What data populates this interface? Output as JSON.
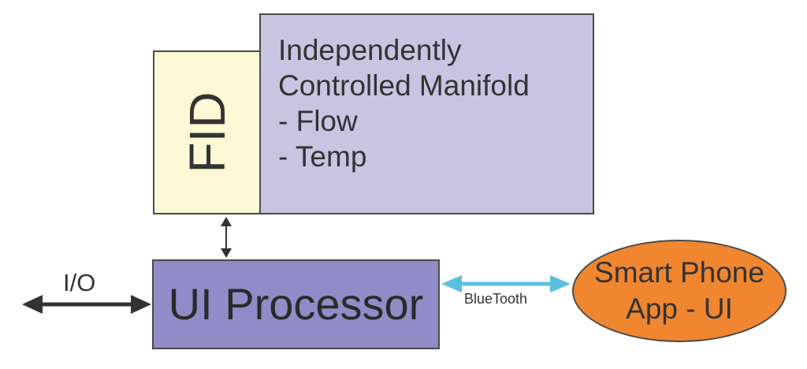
{
  "manifold": {
    "lines": [
      "Independently",
      "Controlled Manifold",
      "- Flow",
      "- Temp"
    ],
    "fill": "#c9c4e2"
  },
  "fid": {
    "label": "FID",
    "fill": "#fdf9d6"
  },
  "processor": {
    "label": "UI Processor",
    "fill": "#8f8cc7"
  },
  "phone": {
    "lines": [
      "Smart Phone",
      "App - UI"
    ],
    "fill": "#f0862f"
  },
  "connections": {
    "io_label": "I/O",
    "bluetooth_label": "BlueTooth",
    "bluetooth_color": "#5bc0e0",
    "arrow_color": "#333333"
  }
}
